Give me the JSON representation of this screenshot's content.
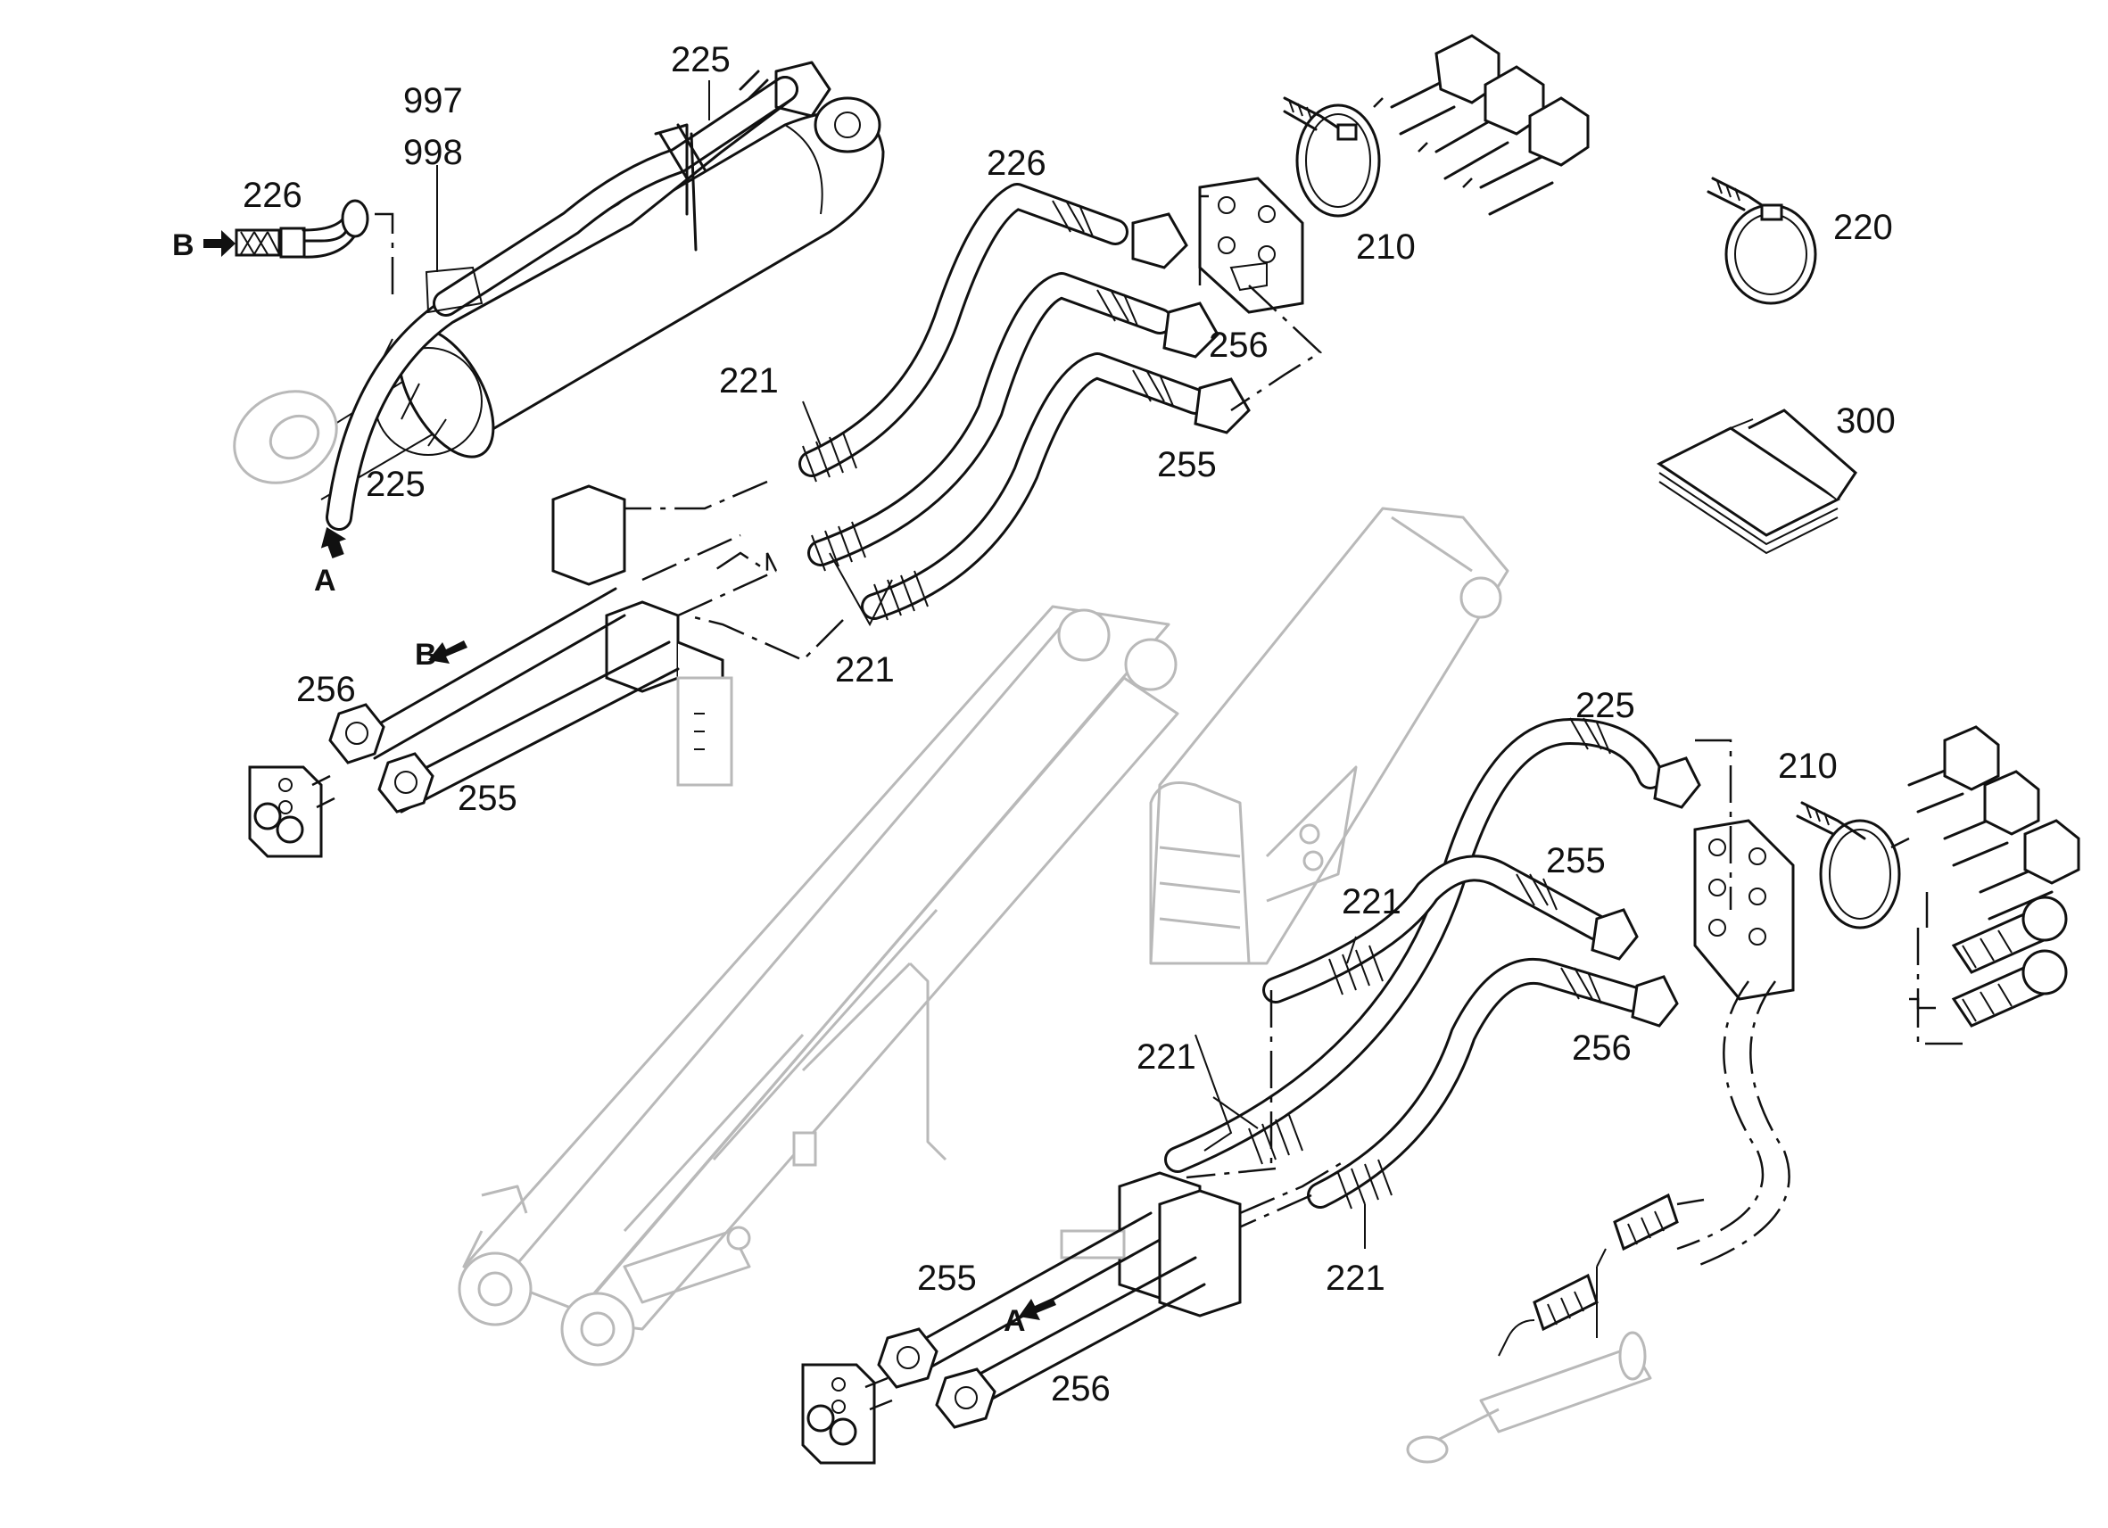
{
  "callouts": {
    "p225_top": "225",
    "p997": "997",
    "p998": "998",
    "p226_left": "226",
    "p226_mid": "226",
    "p210_top": "210",
    "p220": "220",
    "p256_top": "256",
    "p221_top": "221",
    "p255_top": "255",
    "p300": "300",
    "p225_left": "225",
    "p221_mid": "221",
    "p256_left": "256",
    "p255_left": "255",
    "p225_right": "225",
    "p210_right": "210",
    "p255_right": "255",
    "p221_right": "221",
    "p256_right": "256",
    "p221_lower": "221",
    "p221_bottom": "221",
    "p255_bottom": "255",
    "p256_bottom": "256"
  },
  "flow_markers": {
    "a_top": "A",
    "b_top": "B",
    "b_mid": "B",
    "a_bottom": "A"
  }
}
